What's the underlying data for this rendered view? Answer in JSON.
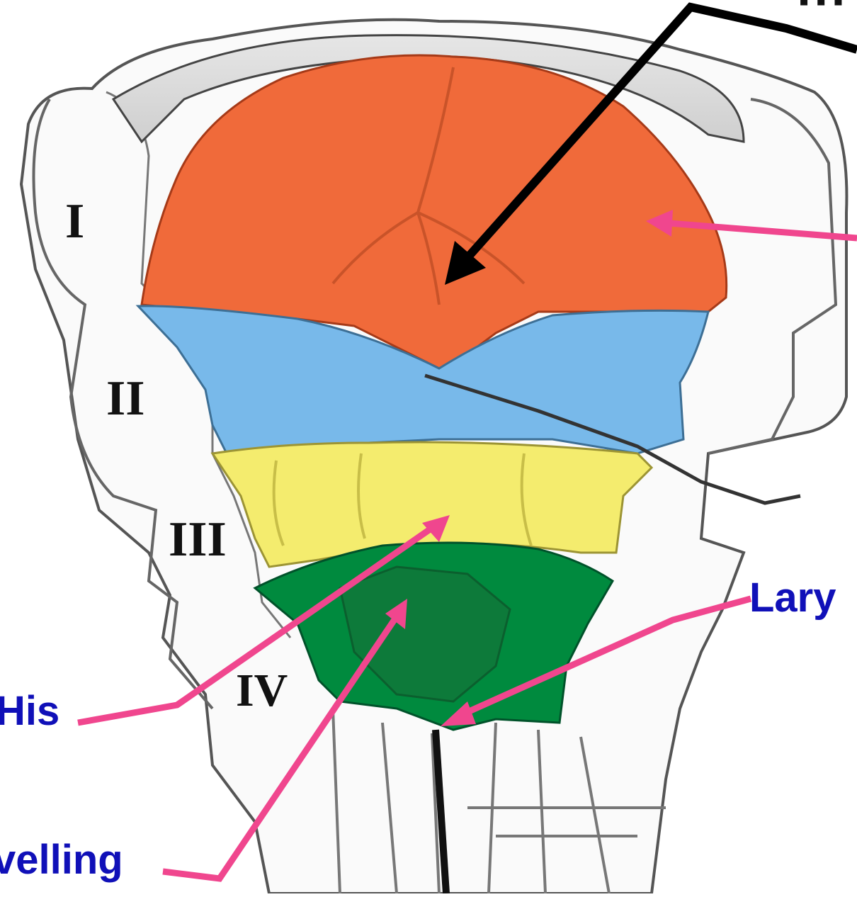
{
  "labels": {
    "his": "His",
    "swelling": "velling",
    "lary": "Lary"
  },
  "arches": {
    "i": "I",
    "ii": "II",
    "iii": "III",
    "iv": "IV"
  },
  "colors": {
    "arch_i": "#f06a3a",
    "arch_ii": "#78b9ea",
    "arch_iii": "#f4ec6e",
    "arch_iv": "#008a3e",
    "pointer_pink": "#f0468e",
    "pointer_black": "#000000",
    "label_blue": "#1010b8"
  }
}
